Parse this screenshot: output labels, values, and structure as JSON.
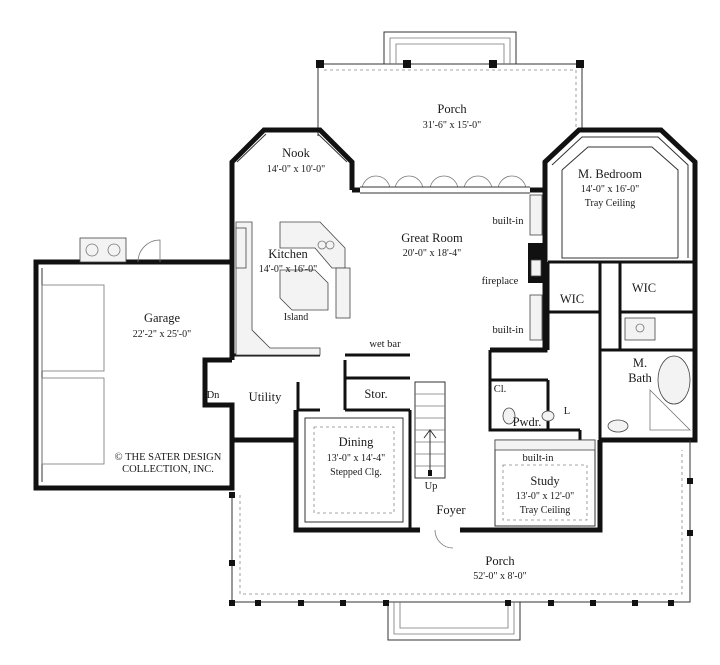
{
  "rooms": {
    "porch_rear": {
      "name": "Porch",
      "dims": "31'-6\" x 15'-0\""
    },
    "nook": {
      "name": "Nook",
      "dims": "14'-0\" x 10'-0\""
    },
    "kitchen": {
      "name": "Kitchen",
      "dims": "14'-0\" x 16'-0\"",
      "island": "Island"
    },
    "great_room": {
      "name": "Great Room",
      "dims": "20'-0\" x 18'-4\""
    },
    "m_bedroom": {
      "name": "M. Bedroom",
      "dims": "14'-0\" x 16'-0\"",
      "note": "Tray Ceiling"
    },
    "garage": {
      "name": "Garage",
      "dims": "22'-2\" x 25'-0\""
    },
    "utility": {
      "name": "Utility"
    },
    "storage": {
      "name": "Stor."
    },
    "dining": {
      "name": "Dining",
      "dims": "13'-0\" x 14'-4\"",
      "note": "Stepped Clg."
    },
    "foyer": {
      "name": "Foyer"
    },
    "study": {
      "name": "Study",
      "dims": "13'-0\" x 12'-0\"",
      "note": "Tray Ceiling"
    },
    "porch_front": {
      "name": "Porch",
      "dims": "52'-0\" x 8'-0\""
    },
    "powder": {
      "name": "Pwdr."
    },
    "m_bath": {
      "name_line1": "M.",
      "name_line2": "Bath"
    },
    "wic_left": {
      "name": "WIC"
    },
    "wic_right": {
      "name": "WIC"
    }
  },
  "labels": {
    "built_in_upper": "built-in",
    "fireplace": "fireplace",
    "built_in_lower": "built-in",
    "built_in_study": "built-in",
    "wet_bar": "wet bar",
    "closet": "Cl.",
    "linen": "L",
    "stairs_down": "Dn",
    "stairs_up": "Up"
  },
  "copyright": {
    "line1": "© THE SATER DESIGN",
    "line2": "COLLECTION, INC."
  }
}
